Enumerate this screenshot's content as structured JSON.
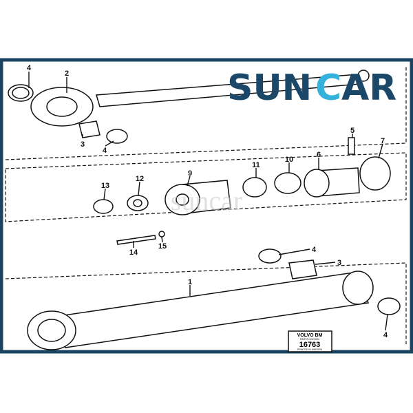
{
  "brand": {
    "logo_text_left": "SUN",
    "logo_text_c": "C",
    "logo_text_right": "AR",
    "watermark": "suncar",
    "colors": {
      "primary": "#1b4868",
      "accent": "#35b2dc",
      "frame": "#1b4460"
    }
  },
  "callouts": [
    {
      "id": "c4a",
      "text": "4"
    },
    {
      "id": "c2",
      "text": "2"
    },
    {
      "id": "c3a",
      "text": "3"
    },
    {
      "id": "c4b",
      "text": "4"
    },
    {
      "id": "c5",
      "text": "5"
    },
    {
      "id": "c7",
      "text": "7"
    },
    {
      "id": "c6",
      "text": "6"
    },
    {
      "id": "c11",
      "text": "11"
    },
    {
      "id": "c10",
      "text": "10"
    },
    {
      "id": "c9",
      "text": "9"
    },
    {
      "id": "c13",
      "text": "13"
    },
    {
      "id": "c12",
      "text": "12"
    },
    {
      "id": "c14",
      "text": "14"
    },
    {
      "id": "c15",
      "text": "15"
    },
    {
      "id": "c4c",
      "text": "4"
    },
    {
      "id": "c3b",
      "text": "3"
    },
    {
      "id": "c1",
      "text": "1"
    },
    {
      "id": "c4d",
      "text": "4"
    }
  ],
  "stamp": {
    "line1": "VOLVO BM",
    "line2": "PARTS DIVISION",
    "number": "16763",
    "line3": "PRINTED IN SWEDEN"
  }
}
